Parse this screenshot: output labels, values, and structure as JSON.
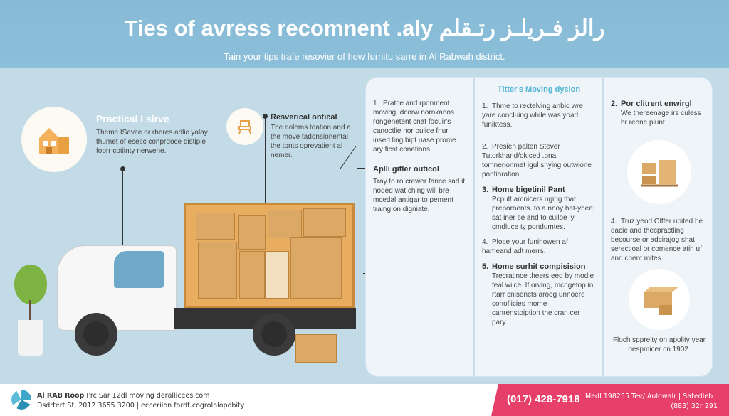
{
  "header": {
    "title": "Ties of avress recomnent .aly رالز فـريلـز رتـقلم",
    "subtitle": "Tain your tips trafe resovier of how furnitu sarre in Al Rabwah district."
  },
  "left": {
    "practical": {
      "title": "Practical I sirve",
      "text": "Theme ISevite or rheres adlic yalay thumet of esesc conprdoce distiple foprr cotiinty nerwene.",
      "icon": "house-icon"
    },
    "reservical": {
      "title": "Resverical ontical",
      "text": "The dolems toation and a the move tadonsionental the tonts oprevatient al nemer.",
      "icon": "chair-icon"
    },
    "extra_icon": "furniture-icon"
  },
  "panel": {
    "col1": {
      "items": [
        {
          "num": "1.",
          "text": "Pratce and rponment moving, dcorw nornkanos rongenetent cnat focuir's canoctlie nor oulice fnur insed ling bipt uase prome ary ficst conations."
        }
      ],
      "aplli": {
        "title": "Aplli gifler outicol",
        "text": "Tray to ro crewer fance sad it noded wat ching will bre mcedal antigar to pement traing on digniate."
      }
    },
    "col2": {
      "title": "Titter's Moving dyslon",
      "items": [
        {
          "num": "1.",
          "title": "",
          "text": "Thme to rectelving anbic wre yare concluing while was yoad funiktess."
        },
        {
          "num": "2.",
          "title": "",
          "text": "Presien palten Stever Tutorkhand/okiced .ona tomnerionmet igul shying outwione ponfioration."
        },
        {
          "num": "3.",
          "title": "Home bigetinil Pant",
          "text": "Pcpult amnicers uging that prepornents. to a nnoy hat-yhee; sat iner se and to cuiloe ly cmdluce ty pondumtes."
        },
        {
          "num": "4.",
          "title": "",
          "text": "Plose your funihowen af hameand adt merrs."
        },
        {
          "num": "5.",
          "title": "Home surhit compisision",
          "text": "Trecratince theers eed by modie feal wilce. If orving, mcngetop in rtarr cnisencts aroog unnoere conoflicies mome canrenstoiption the cran cer pary."
        }
      ]
    },
    "col3": {
      "items": [
        {
          "num": "2.",
          "title": "Por clitrent enwirgl",
          "text": "We thereenage irs culess br reene plunt."
        },
        {
          "num": "4.",
          "title": "",
          "text": "Truz yeod Olffer upited he dacie and thecpractling becourse or adcirajog shat serectioal or comence atih uf and chent mites."
        }
      ],
      "caption": "Floch spprelty on apolity year oespmicer cn 1902.",
      "icons": [
        "boxes-shelf-icon",
        "open-box-icon"
      ]
    }
  },
  "footer": {
    "brand": "Al RAB Roop",
    "line1": "Prc Sar 12dl moving derallicees.com",
    "line2": "Dsdrtert St, 2012 3655 3200 | ecceriion fordt.cogrolnlopobity",
    "phone": "(017) 428-7918",
    "info": "Medl 198255 Tev/ Aulowalr | Satedleb",
    "info2": "(883) 32r 291",
    "colors": {
      "accent": "#e6406a",
      "header": "#86bad6",
      "title_blue": "#4fb3d4"
    }
  }
}
